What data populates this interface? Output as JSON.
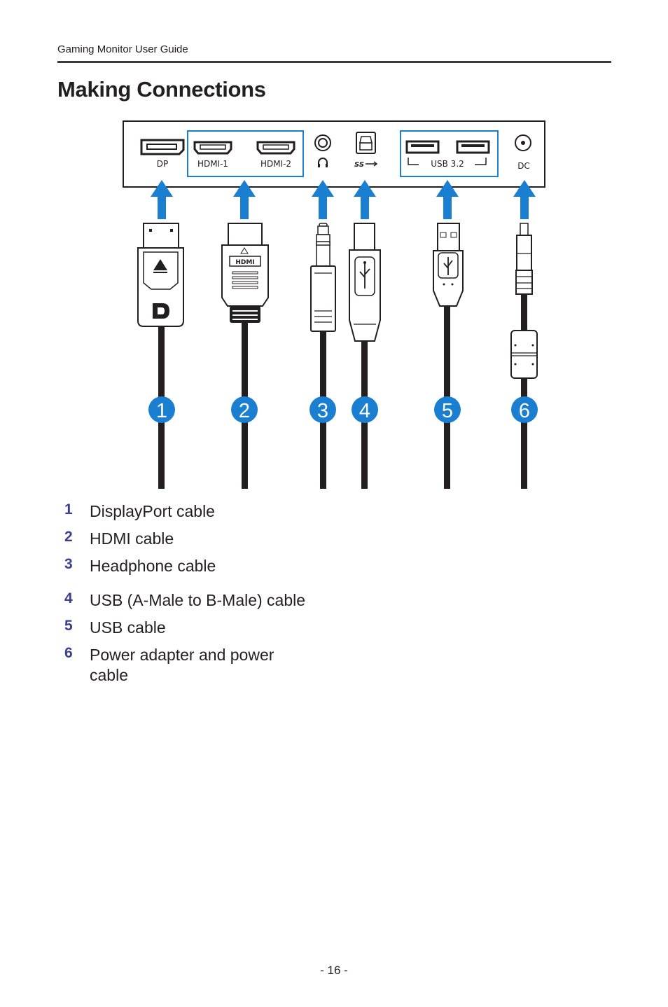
{
  "header": {
    "guide_title": "Gaming Monitor User Guide"
  },
  "page": {
    "title": "Making Connections",
    "number": "- 16 -"
  },
  "panel": {
    "ports": {
      "dp": "DP",
      "hdmi1": "HDMI-1",
      "hdmi2": "HDMI-2",
      "usb32": "USB 3.2",
      "dc": "DC",
      "ss_logo": "SS"
    },
    "connector_logo": "HDMI",
    "callouts": [
      "1",
      "2",
      "3",
      "4",
      "5",
      "6"
    ]
  },
  "legend": [
    {
      "num": "1",
      "text": "DisplayPort cable"
    },
    {
      "num": "2",
      "text": "HDMI cable"
    },
    {
      "num": "3",
      "text": "Headphone cable"
    },
    {
      "num": "4",
      "text": "USB (A-Male to B-Male) cable"
    },
    {
      "num": "5",
      "text": "USB cable"
    },
    {
      "num": "6",
      "text": "Power adapter and power cable"
    }
  ],
  "colors": {
    "accent_blue": "#1a7fd0",
    "legend_number": "#3b3f8f",
    "cable": "#231f20"
  }
}
